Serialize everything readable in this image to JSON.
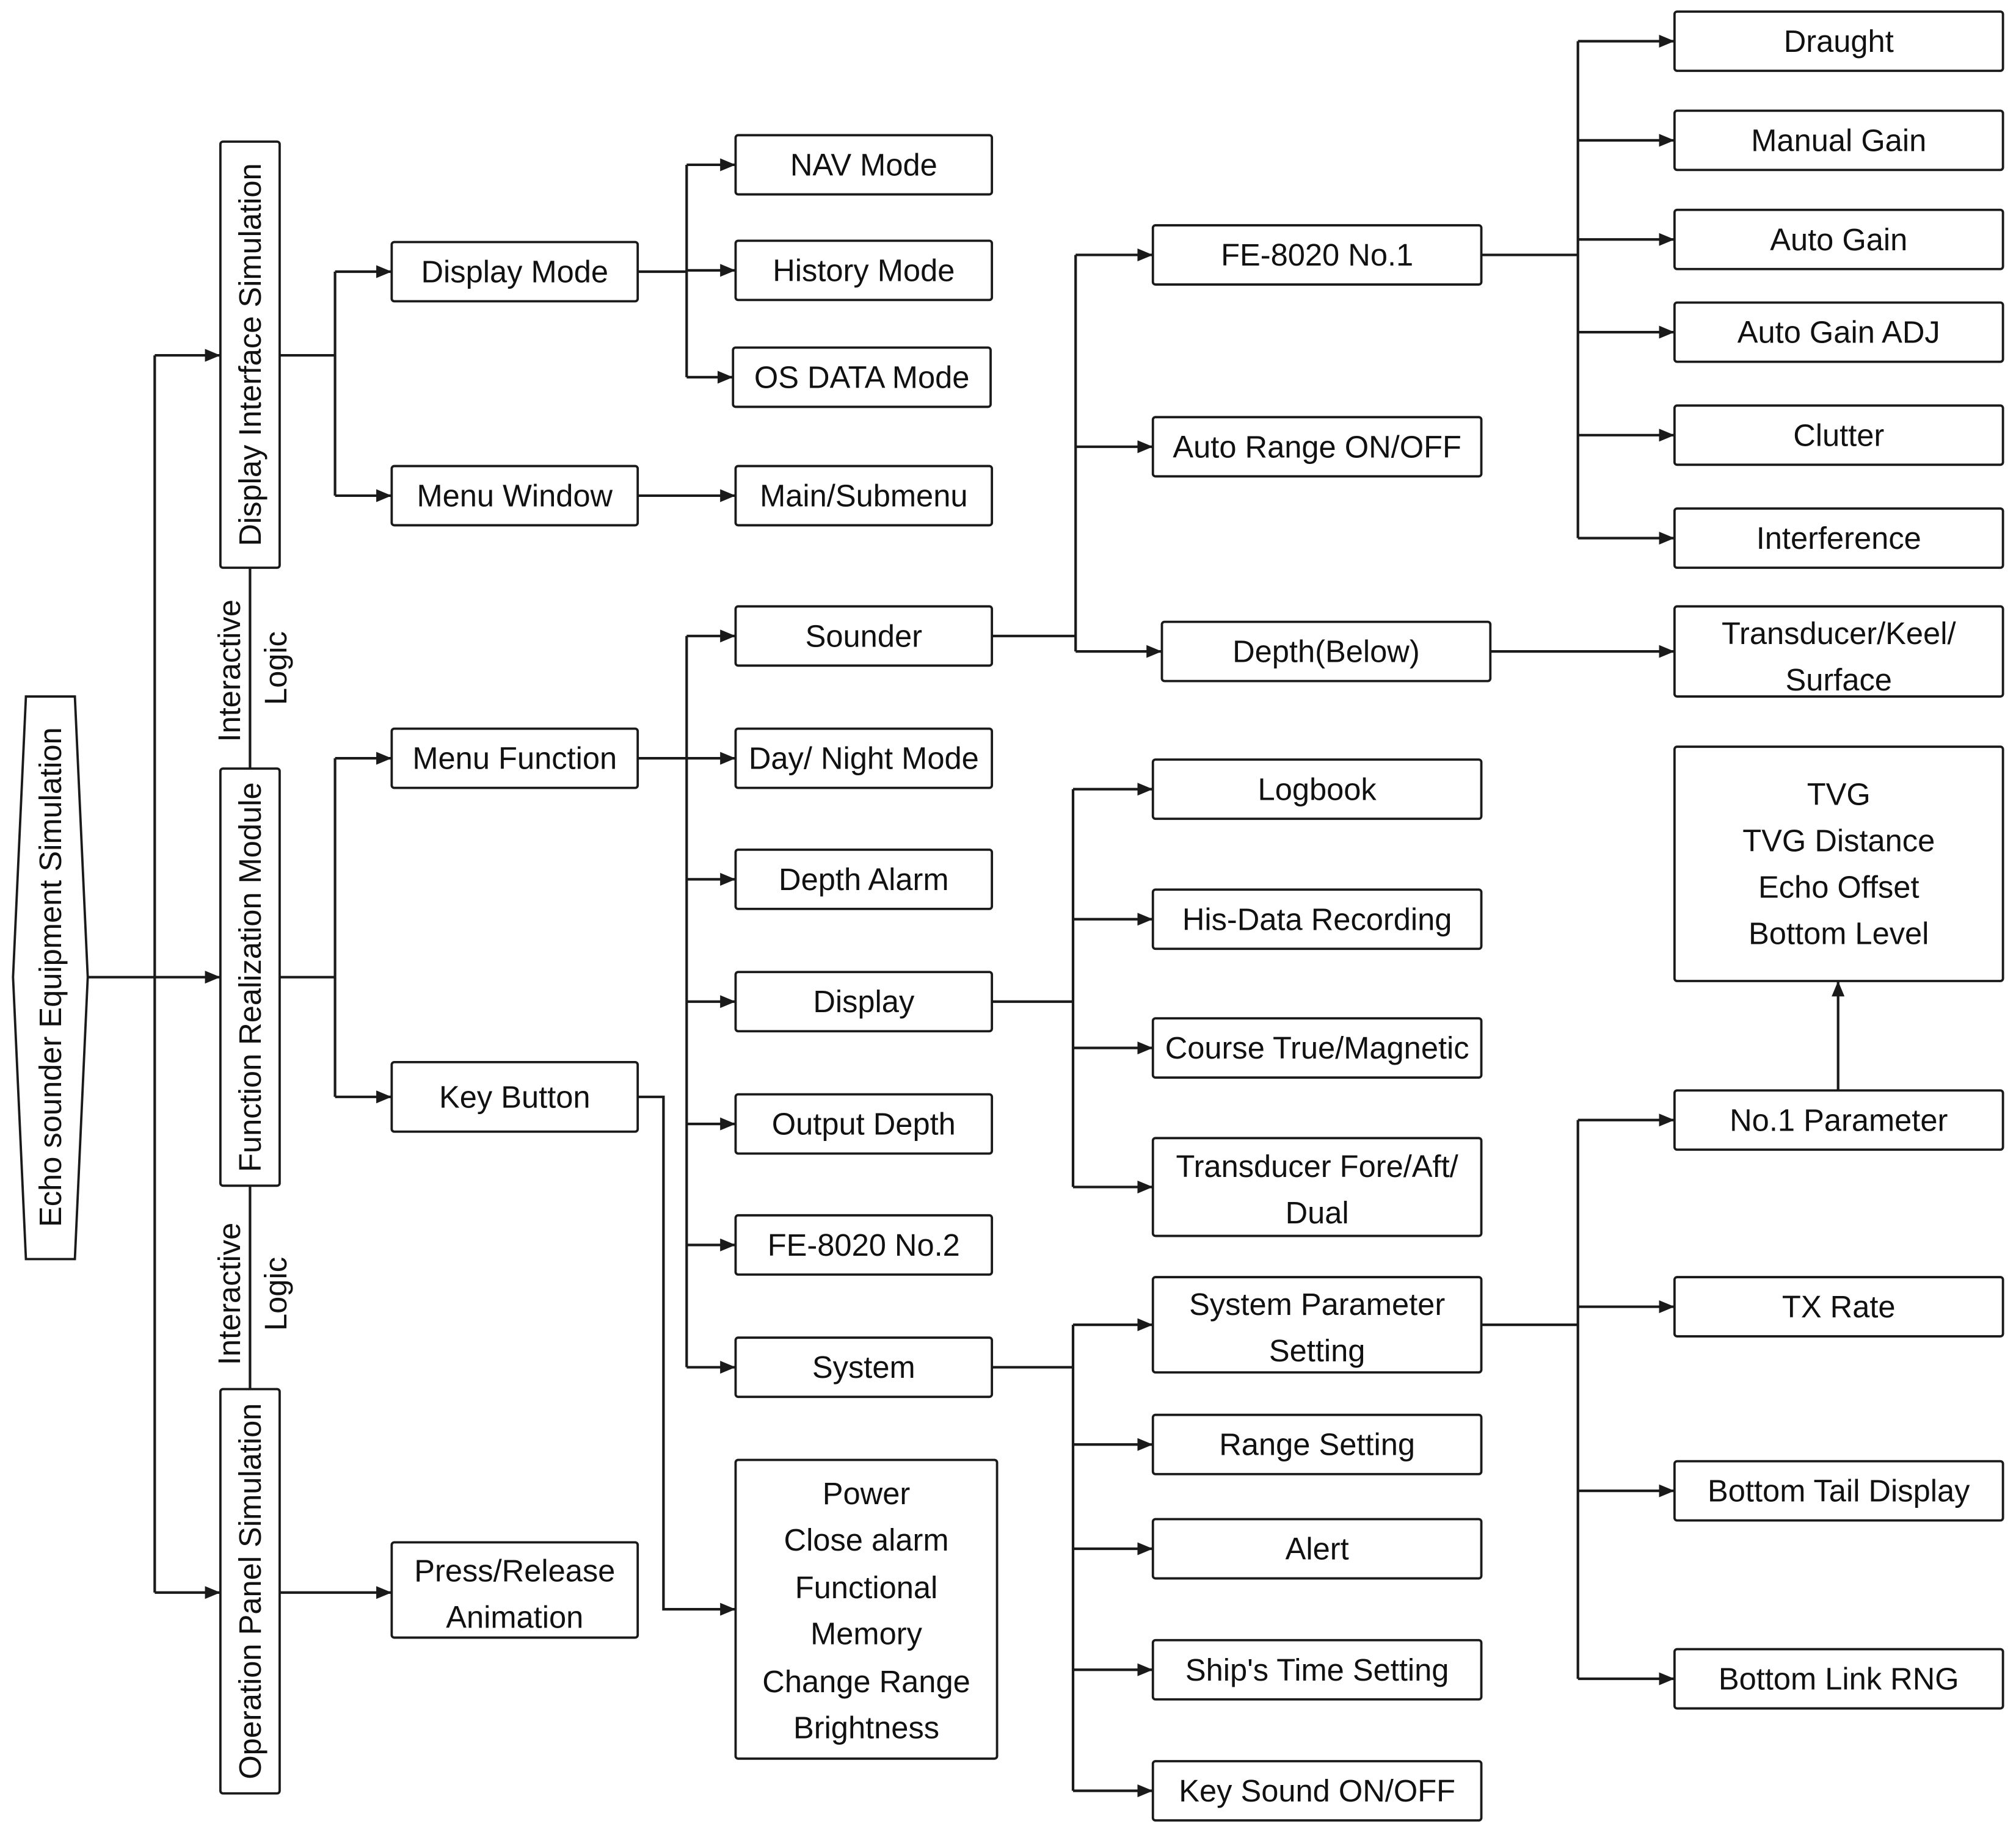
{
  "root": {
    "label": "Echo sounder Equipment Simulation"
  },
  "modules": {
    "display_interface": "Display Interface Simulation",
    "function_realization": "Function Realization Module",
    "operation_panel": "Operation Panel Simulation"
  },
  "links": {
    "interactive_logic_1": [
      "Interactive",
      "Logic"
    ],
    "interactive_logic_2": [
      "Interactive",
      "Logic"
    ]
  },
  "display_interface": {
    "display_mode": "Display Mode",
    "menu_window": "Menu Window",
    "display_modes": [
      "NAV Mode",
      "History Mode",
      "OS DATA Mode"
    ],
    "menu_window_child": "Main/Submenu"
  },
  "function_realization": {
    "menu_function": "Menu Function",
    "key_button": "Key Button",
    "menu_items": [
      "Sounder",
      "Day/ Night Mode",
      "Depth Alarm",
      "Display",
      "Output Depth",
      "FE-8020 No.2",
      "System"
    ],
    "key_button_functions": [
      "Power",
      "Close alarm",
      "Functional",
      "Memory",
      "Change Range",
      "Brightness"
    ]
  },
  "operation_panel": {
    "press_release": [
      "Press/Release",
      "Animation"
    ]
  },
  "sounder": {
    "children": [
      "FE-8020 No.1",
      "Auto Range ON/OFF",
      "Depth(Below)"
    ],
    "fe8020_no1_settings": [
      "Draught",
      "Manual Gain",
      "Auto Gain",
      "Auto Gain ADJ",
      "Clutter",
      "Interference"
    ],
    "depth_below_reference": [
      "Transducer/Keel/",
      "Surface"
    ]
  },
  "display": {
    "children": [
      "Logbook",
      "His-Data Recording",
      "Course True/Magnetic"
    ],
    "transducer_position": [
      "Transducer Fore/Aft/",
      "Dual"
    ]
  },
  "system": {
    "system_parameter_setting": [
      "System Parameter",
      "Setting"
    ],
    "children": [
      "Range Setting",
      "Alert",
      "Ship's Time Setting",
      "Key Sound ON/OFF"
    ],
    "system_parameters": [
      "No.1 Parameter",
      "TX Rate",
      "Bottom Tail Display",
      "Bottom Link RNG"
    ],
    "no1_parameter_details": [
      "TVG",
      "TVG Distance",
      "Echo Offset",
      "Bottom Level"
    ]
  },
  "colors": {
    "stroke": "#1a1a1a",
    "text": "#111111",
    "background": "#ffffff"
  }
}
